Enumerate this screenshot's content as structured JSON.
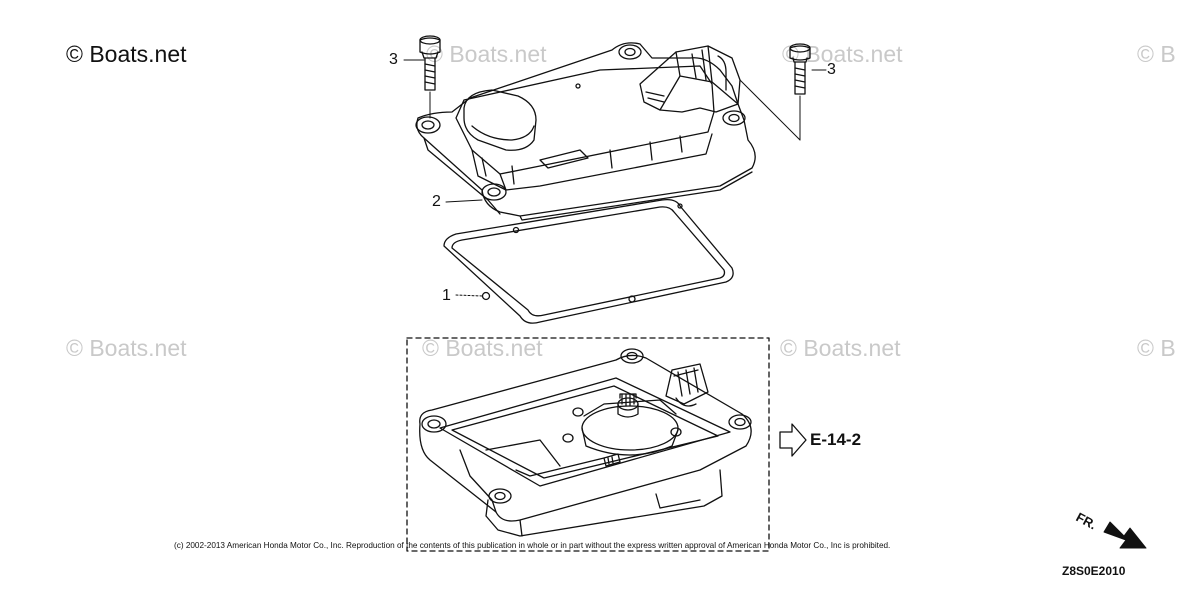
{
  "watermark": {
    "main": "© Boats.net",
    "repeat": "© Boats.net",
    "partial": "© B"
  },
  "callouts": {
    "seal": "1",
    "cover": "2",
    "bolt_left": "3",
    "bolt_right": "3"
  },
  "reference": {
    "label": "E-14-2"
  },
  "direction": {
    "label": "FR."
  },
  "footer": {
    "copyright": "(c) 2002-2013 American Honda Motor Co., Inc. Reproduction of the contents of this publication in whole or in part without the express written approval of American Honda Motor Co., Inc is prohibited.",
    "diagram_code": "Z8S0E2010"
  },
  "colors": {
    "line": "#111111",
    "watermark": "#c9c9c9",
    "background": "#ffffff"
  }
}
